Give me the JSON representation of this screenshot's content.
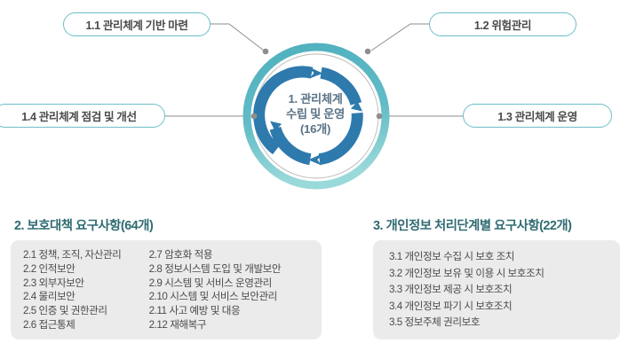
{
  "diagram": {
    "center": {
      "line1": "1. 관리체계",
      "line2": "수립 및 운영",
      "line3": "(16개)"
    },
    "callouts": [
      {
        "id": "1.1",
        "label": "1.1 관리체계 기반 마련",
        "position": "top-left"
      },
      {
        "id": "1.2",
        "label": "1.2 위험관리",
        "position": "top-right"
      },
      {
        "id": "1.4",
        "label": "1.4 관리체계 점검 및 개선",
        "position": "middle-left"
      },
      {
        "id": "1.3",
        "label": "1.3 관리체계 운영",
        "position": "middle-right"
      }
    ]
  },
  "sections": {
    "section2": {
      "heading": "2. 보호대책 요구사항(64개)",
      "column_left": [
        "2.1 정책, 조직, 자산관리",
        "2.2 인적보안",
        "2.3 외부자보안",
        "2.4 물리보안",
        "2.5 인증 및 권한관리",
        "2.6 접근통제"
      ],
      "column_right": [
        "2.7 암호화 적용",
        "2.8 정보시스템 도입 및 개발보안",
        "2.9 시스템 및 서비스 운영관리",
        "2.10 시스템 및 서비스 보안관리",
        "2.11 사고 예방 및 대응",
        "2.12 재해복구"
      ]
    },
    "section3": {
      "heading": "3. 개인정보 처리단계별 요구사항(22개)",
      "items": [
        "3.1 개인정보 수집 시 보호 조치",
        "3.2 개인정보 보유 및 이용 시 보호조치",
        "3.3 개인정보 제공 시 보호조치",
        "3.4 개인정보 파기 시 보호조치",
        "3.5 정보주체 권리보호"
      ]
    }
  },
  "colors": {
    "teal_ring": "#62bcc6",
    "teal_ring_light": "#8fd3d6",
    "arrow_blue": "#2e7aad",
    "pill_border": "#6cbfc8",
    "heading": "#2f6b72",
    "panel_bg": "#ebebeb",
    "center_text": "#5b7387",
    "connector_line": "#8e8e8e",
    "connector_dot": "#8e8e8e"
  }
}
